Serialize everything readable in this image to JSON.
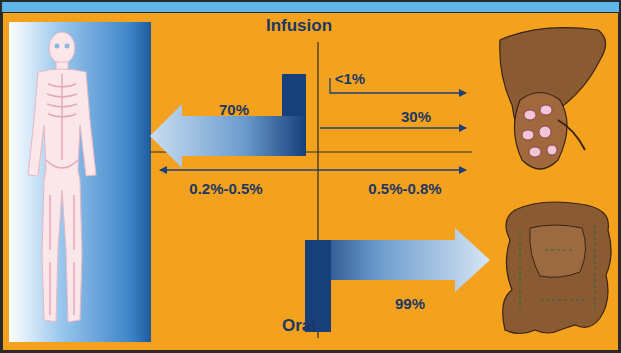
{
  "diagram": {
    "labels": [
      "Infusion",
      "70%",
      "<1%",
      "30%",
      "0.2%-0.5%",
      "0.5%-0.8%",
      "99%",
      "Oral"
    ]
  }
}
